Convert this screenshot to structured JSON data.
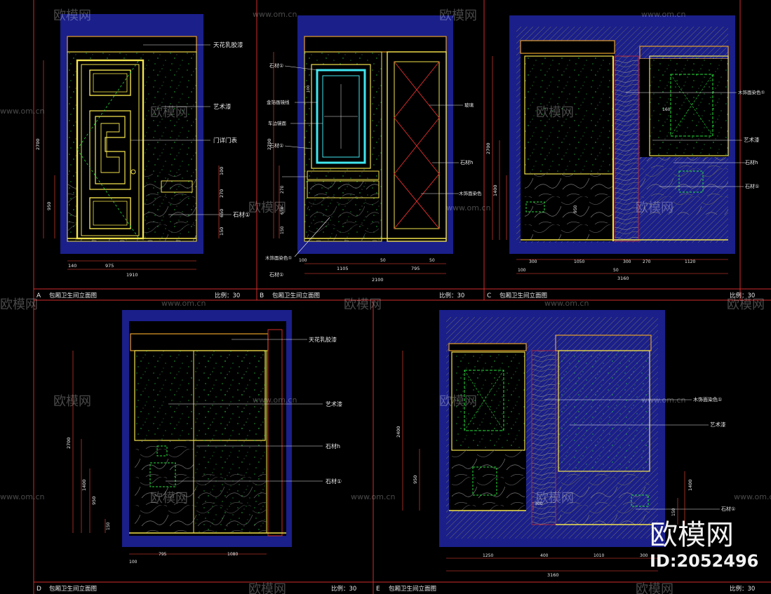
{
  "watermarks": {
    "brand": "欧模网",
    "site": "www.om.cn",
    "big_brand": "欧模网",
    "id_label": "ID:2052496"
  },
  "colors": {
    "background": "#000000",
    "frame_red": "#d22b2b",
    "wall_blue": "#1a1f8a",
    "yellow": "#f2e24c",
    "green": "#25e03a",
    "cyan": "#3fe6f0",
    "text_white": "#e9e9e9",
    "dim_red": "#ff4a3a",
    "marble": "#6b6b6b",
    "orange": "#e7a02a"
  },
  "panels": [
    {
      "letter": "A",
      "title": "包厢卫生间立面图",
      "scale": "比例：30",
      "callouts": [
        "天花乳胶漆",
        "艺术漆",
        "门详门表",
        "石材①"
      ],
      "dims_bottom": [
        "140",
        "975",
        "1910"
      ],
      "dims_left": [
        "2700",
        "950"
      ],
      "dims_right": [
        "100",
        "270",
        "650",
        "150"
      ]
    },
    {
      "letter": "B",
      "title": "包厢卫生间立面图",
      "scale": "比例：30",
      "callouts_left": [
        "石材①",
        "金箔画镜线",
        "车边镜面",
        "石材①",
        "石材①",
        "木饰面染色①"
      ],
      "callouts_right": [
        "玻璃",
        "石材h",
        "木饰面染色"
      ],
      "dims_bottom": [
        "100",
        "1105",
        "50",
        "795",
        "50",
        "2100"
      ],
      "dims_left": [
        "2700",
        "100",
        "270",
        "650",
        "150"
      ]
    },
    {
      "letter": "C",
      "title": "包厢卫生间立面图",
      "scale": "比例：30",
      "callouts": [
        "木饰面染色①",
        "艺术漆",
        "石材h",
        "石材①"
      ],
      "dims_bottom": [
        "100",
        "300",
        "1050",
        "50",
        "300",
        "270",
        "1120",
        "3160"
      ],
      "dims_left": [
        "2700",
        "1400",
        "950"
      ],
      "dims_inner": [
        "160"
      ]
    },
    {
      "letter": "D",
      "title": "包厢卫生间立面图",
      "scale": "比例：30",
      "callouts": [
        "天花乳胶漆",
        "艺术漆",
        "石材h",
        "石材①"
      ],
      "dims_bottom": [
        "100",
        "795",
        "1080"
      ],
      "dims_left": [
        "2700",
        "1400",
        "950",
        "150"
      ]
    },
    {
      "letter": "E",
      "title": "包厢卫生间立面图",
      "scale": "比例：30",
      "callouts": [
        "木饰面染色①",
        "艺术漆",
        "石材①"
      ],
      "dims_bottom": [
        "1250",
        "400",
        "1010",
        "300",
        "3160"
      ],
      "dims_left": [
        "2400",
        "950",
        "300"
      ],
      "dims_right": [
        "1400",
        "150"
      ]
    }
  ]
}
